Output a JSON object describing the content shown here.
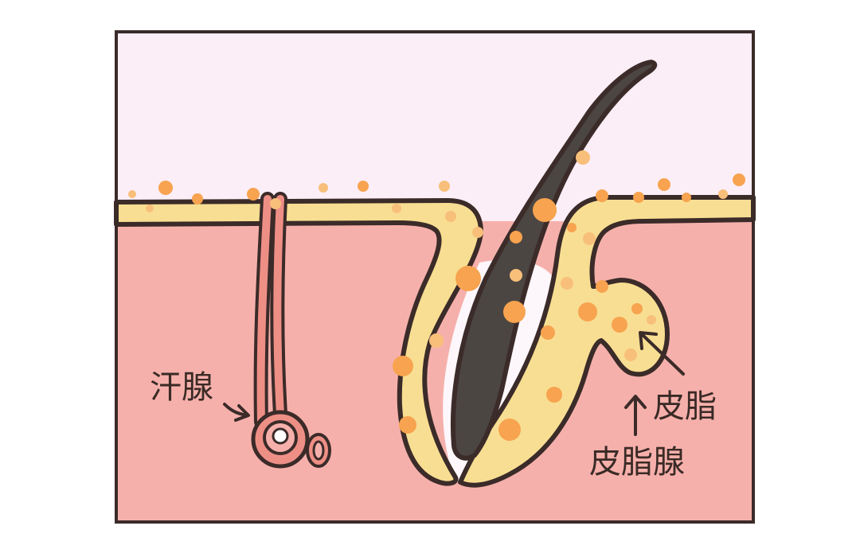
{
  "labels": {
    "sweat_gland": "汗腺",
    "sebum": "皮脂",
    "sebaceous_gland": "皮脂腺"
  },
  "colors": {
    "sky": "#fbeef7",
    "dermis": "#f6b0ab",
    "epidermis_fill": "#f8de92",
    "outline": "#3b2b29",
    "hair": "#4c4642",
    "sweat_duct": "#ee8f86",
    "sebum_dot": "#f7a34f",
    "sebum_dot_light": "#f8bf7a"
  }
}
